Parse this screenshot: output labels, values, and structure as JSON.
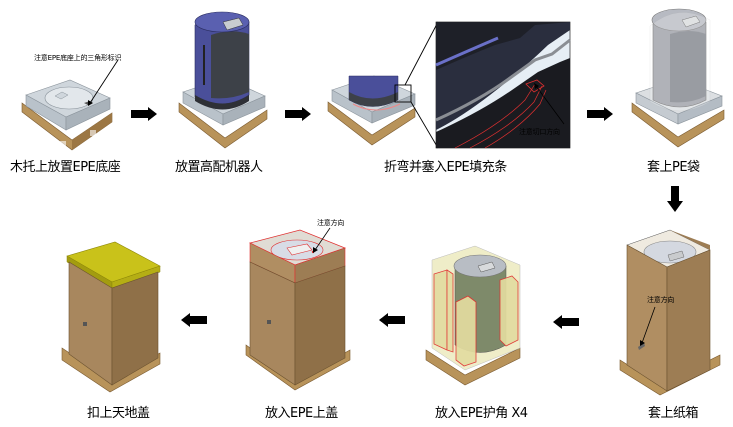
{
  "diagram": {
    "title": "",
    "steps": [
      {
        "index": 1,
        "caption": "木托上放置EPE底座",
        "note": "注意EPE底座上的三角形标识"
      },
      {
        "index": 2,
        "caption": "放置高配机器人"
      },
      {
        "index": 3,
        "caption": "折弯并塞入EPE填充条",
        "note": "注意切口方向"
      },
      {
        "index": 4,
        "caption": "套上PE袋"
      },
      {
        "index": 5,
        "caption": "套上纸箱",
        "note": "注意方向"
      },
      {
        "index": 6,
        "caption": "放入EPE护角  X4"
      },
      {
        "index": 7,
        "caption": "放入EPE上盖",
        "note": "注意方向"
      },
      {
        "index": 8,
        "caption": "扣上天地盖"
      }
    ],
    "flow": [
      {
        "from": 1,
        "to": 2,
        "direction": "right"
      },
      {
        "from": 2,
        "to": 3,
        "direction": "right"
      },
      {
        "from": 3,
        "to": 4,
        "direction": "right"
      },
      {
        "from": 4,
        "to": 5,
        "direction": "down"
      },
      {
        "from": 5,
        "to": 6,
        "direction": "left"
      },
      {
        "from": 6,
        "to": 7,
        "direction": "left"
      },
      {
        "from": 7,
        "to": 8,
        "direction": "left"
      }
    ],
    "colors": {
      "pallet": "#b8935a",
      "pallet_dark": "#8c6a3a",
      "epe_base": "#cfd6dc",
      "epe_base_dark": "#a9b2ba",
      "robot_blue": "#4a4f9a",
      "robot_dark": "#3d4148",
      "carton": "#a8875e",
      "carton_dark": "#8a6d48",
      "lid": "#c9c21a",
      "lid_dark": "#a39c10",
      "epe_corner": "#e5e0a8",
      "highlight_red": "#e03030",
      "arrow": "#000000"
    }
  }
}
